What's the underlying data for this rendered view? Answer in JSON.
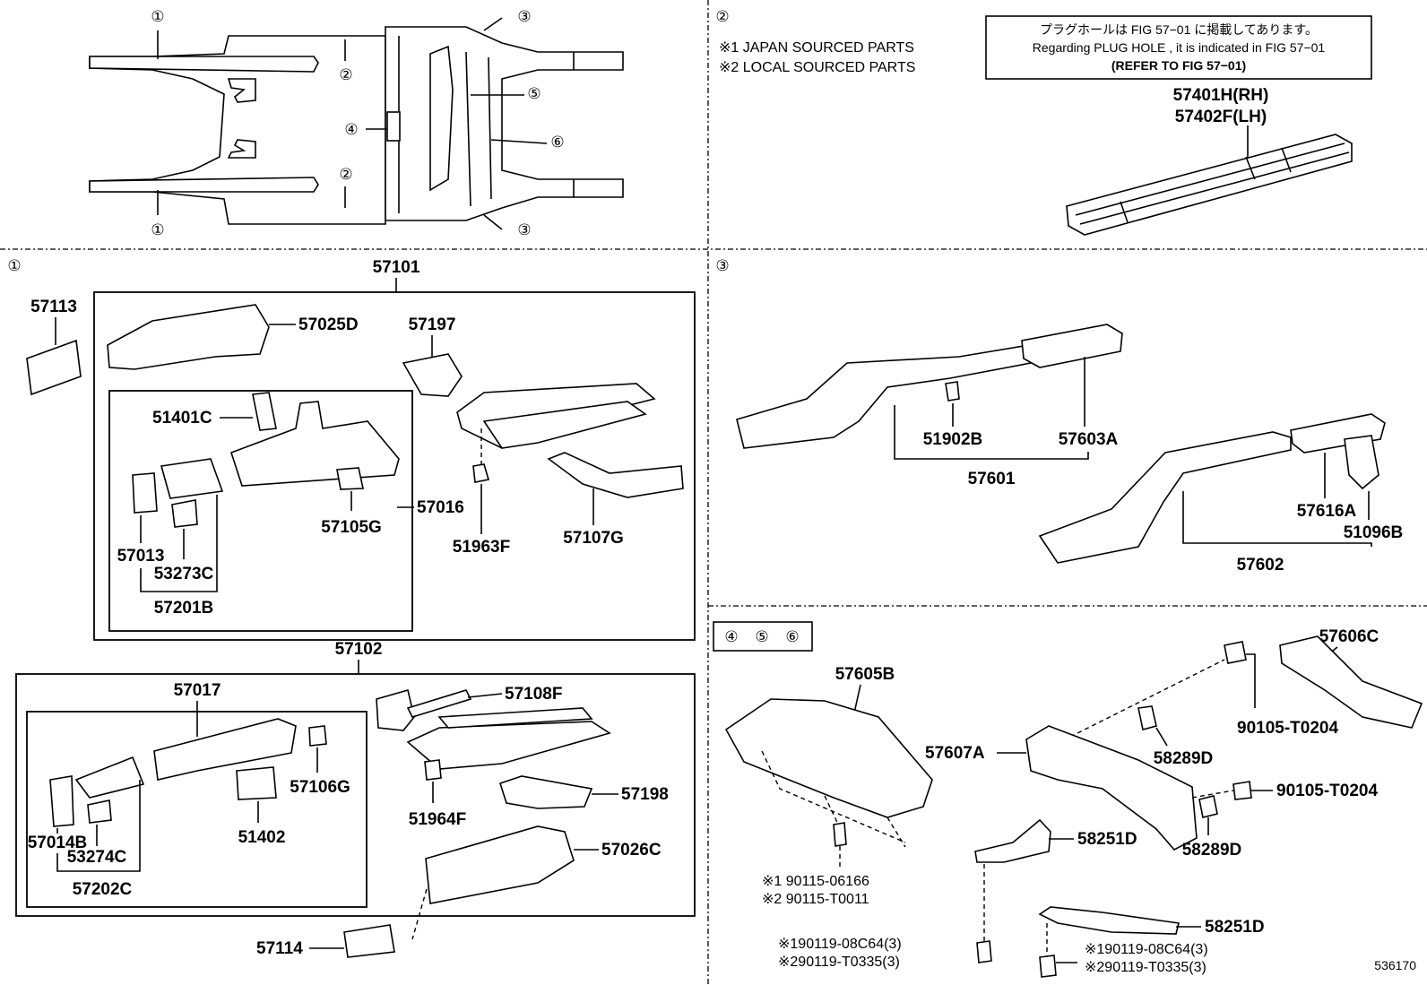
{
  "figure_number": "536170",
  "section_markers": {
    "s1": "①",
    "s2": "②",
    "s3": "③",
    "s456": [
      "④",
      "⑤",
      "⑥"
    ]
  },
  "overview": {
    "callouts": [
      "①",
      "②",
      "③",
      "④",
      "⑤",
      "⑥",
      "②",
      "①",
      "③"
    ]
  },
  "section2": {
    "legend": [
      "※1 JAPAN SOURCED PARTS",
      "※2 LOCAL SOURCED PARTS"
    ],
    "notice": {
      "line1": "プラグホールは FIG 57−01 に掲載してあります。",
      "line2": "Regarding  PLUG  HOLE , it is indicated in FIG  57−01",
      "line3": "(REFER  TO  FIG 57−01)"
    },
    "parts": [
      "57401H(RH)",
      "57402F(LH)"
    ]
  },
  "section1": {
    "assembly_upper": "57101",
    "upper_parts": [
      "57113",
      "57025D",
      "57197",
      "51401C",
      "57016",
      "57105G",
      "57013",
      "53273C",
      "57201B",
      "51963F",
      "57107G"
    ],
    "assembly_lower": "57102",
    "lower_parts": [
      "57017",
      "57108F",
      "57106G",
      "57014B",
      "53274C",
      "57202C",
      "51402",
      "51964F",
      "57198",
      "57026C",
      "57114"
    ]
  },
  "section3": {
    "parts": [
      "51902B",
      "57603A",
      "57601",
      "57616A",
      "51096B",
      "57602"
    ]
  },
  "section456": {
    "parts": [
      "57605B",
      "57606C",
      "90105-T0204",
      "57607A",
      "58289D",
      "90105-T0204",
      "58289D",
      "58251D",
      "58251D"
    ],
    "bolts": {
      "b1_a": "※1 90115-06166",
      "b1_b": "※2 90115-T0011",
      "b2_a": "※190119-08C64(3)",
      "b2_b": "※290119-T0335(3)",
      "b3_a": "※190119-08C64(3)",
      "b3_b": "※290119-T0335(3)"
    }
  }
}
